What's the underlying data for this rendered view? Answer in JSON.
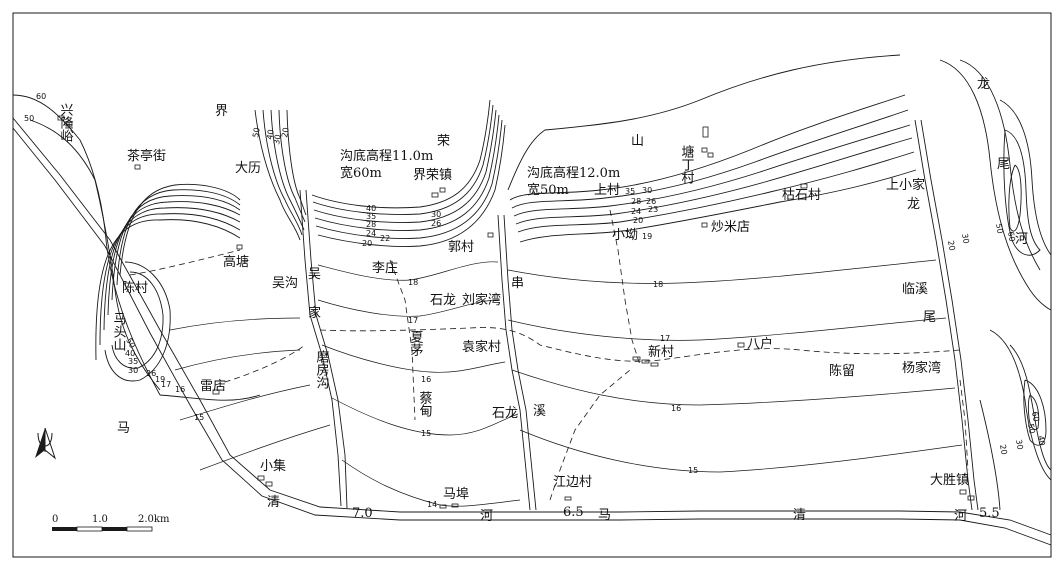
{
  "places": {
    "xinglongyu": "兴隆峪",
    "chatingjie": "茶亭街",
    "dali": "大历",
    "chencun": "陈村",
    "gaotang": "高塘",
    "wugou": "吴沟",
    "matoushan": "马头山",
    "leidian": "雷店",
    "xiaoji": "小集",
    "mofanggou": "磨房沟",
    "jierongzhen": "界荣镇",
    "lizhuang": "李庄",
    "guocun": "郭村",
    "shilong1": "石龙",
    "liujiawan": "刘家湾",
    "xiamao": "夏茅",
    "caidian": "蔡甸",
    "yuanjiacun": "袁家村",
    "mabu": "马埠",
    "jiangbiancun": "江边村",
    "tangdingcun": "塘丁村",
    "shangcun": "上村",
    "xiaoao": "小坳",
    "chaomidian": "炒米店",
    "kushicun": "枯石村",
    "xincun": "新村",
    "bahu": "八户",
    "chenliu": "陈留",
    "yangjiawan": "杨家湾",
    "dashengzhen": "大胜镇",
    "shangxiaojia": "上小家"
  },
  "region_labels": {
    "jie": "界",
    "rong": "荣",
    "shan": "山",
    "wujiagou_1": "吴",
    "wujiagou_2": "家",
    "chuan": "串",
    "xi": "溪",
    "long_1": "龙",
    "long_2": "龙",
    "wei_1": "尾",
    "wei_2": "尾",
    "he_1": "河",
    "linxi": "临溪",
    "shilong_xi": "石龙",
    "maqinghe_ma1": "马",
    "maqinghe_qing1": "清",
    "maqinghe_he1": "河",
    "maqinghe_ma2": "马",
    "maqinghe_qing2": "清",
    "maqinghe_he2": "河"
  },
  "notes": {
    "west_line1": "沟底高程11.0m",
    "west_line2": "宽60m",
    "east_line1": "沟底高程12.0m",
    "east_line2": "宽50m"
  },
  "river_elevations": {
    "e1": "7.0",
    "e2": "6.5",
    "e3": "5.5"
  },
  "contour_labels": {
    "c60": "60",
    "c50": "50",
    "c40": "40",
    "c30": "30",
    "c20": "20",
    "m50": "50",
    "m40": "40",
    "m35": "35",
    "m30": "30",
    "m26": "26",
    "m19": "19",
    "m17": "17",
    "m16": "16",
    "n40": "40",
    "n35": "35",
    "n30": "30",
    "n28": "28",
    "n26": "26",
    "n24": "24",
    "n22": "22",
    "n20": "20",
    "k35": "35",
    "k30": "30",
    "k28": "28",
    "k26": "26",
    "k24": "24",
    "k23": "23",
    "k20": "20",
    "k19": "19",
    "v18a": "18",
    "v18b": "18",
    "v17a": "17",
    "v17b": "17",
    "v16a": "16",
    "v16b": "16",
    "v15a": "15",
    "v15b": "15",
    "v15c": "15",
    "v14": "14",
    "r20": "20",
    "r30": "30",
    "r50": "50",
    "r60": "60",
    "s20": "20",
    "s30": "30",
    "s40": "40",
    "s50": "50",
    "s60": "60",
    "t40": "40",
    "t60": "60",
    "t50": "50"
  },
  "scale": {
    "t0": "0",
    "t1": "1.0",
    "t2": "2.0km"
  }
}
